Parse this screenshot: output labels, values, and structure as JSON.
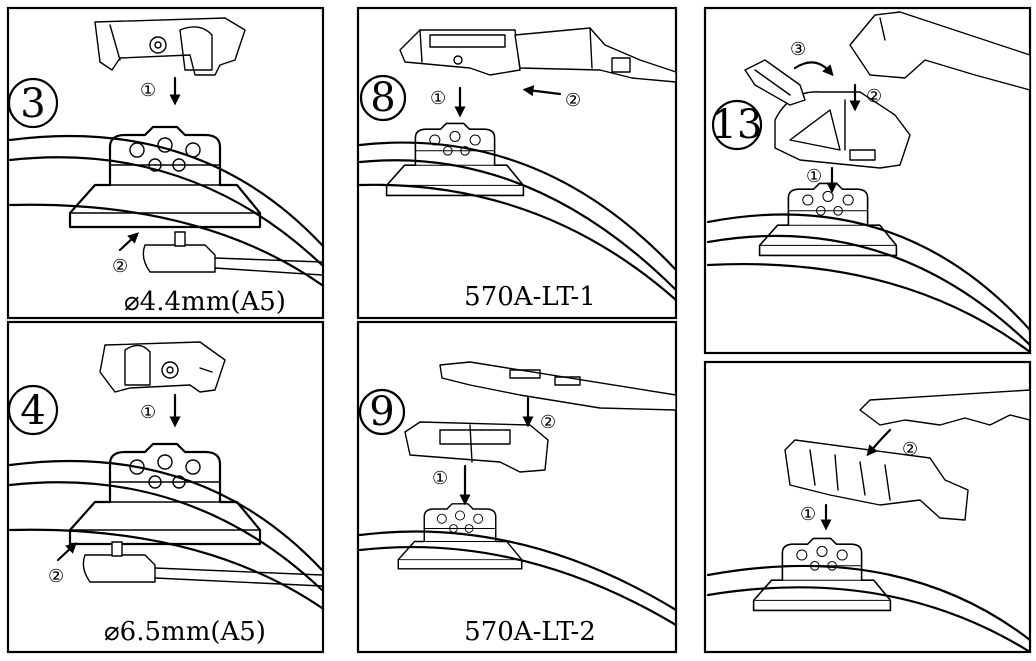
{
  "panels": [
    {
      "id": "p3",
      "step": "3",
      "caption": "⌀4.4mm(A5)",
      "markers": [
        "①",
        "②"
      ]
    },
    {
      "id": "p4",
      "step": "4",
      "caption": "⌀6.5mm(A5)",
      "markers": [
        "①",
        "②"
      ]
    },
    {
      "id": "p8",
      "step": "8",
      "caption": "570A-LT-1",
      "markers": [
        "①",
        "②"
      ]
    },
    {
      "id": "p9",
      "step": "9",
      "caption": "570A-LT-2",
      "markers": [
        "①",
        "②"
      ]
    },
    {
      "id": "p13",
      "step": "13",
      "caption": "",
      "markers": [
        "①",
        "②",
        "③"
      ]
    },
    {
      "id": "p14",
      "step": "",
      "caption": "",
      "markers": [
        "①",
        "②"
      ]
    }
  ]
}
